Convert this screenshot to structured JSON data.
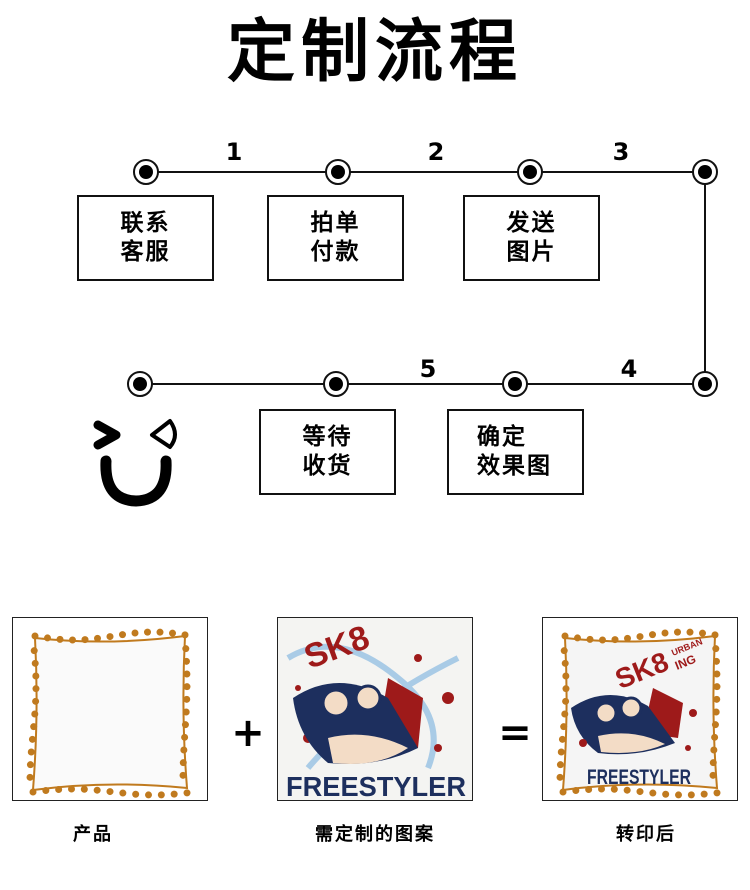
{
  "title": "定制流程",
  "steps": [
    {
      "number": "1",
      "line1": "联系",
      "line2": "客服"
    },
    {
      "number": "2",
      "line1": "拍单",
      "line2": "付款"
    },
    {
      "number": "3",
      "line1": "发送",
      "line2": "图片"
    },
    {
      "number": "4",
      "line1": "确定",
      "line2": "效果图"
    },
    {
      "number": "5",
      "line1": "等待",
      "line2": "收货"
    }
  ],
  "products": {
    "items": [
      {
        "caption": "产品"
      },
      {
        "caption": "需定制的图案"
      },
      {
        "caption": "转印后"
      }
    ],
    "plus": "+",
    "equals": "=",
    "artwork_text": {
      "top": "SK8",
      "small": "URBAN",
      "small2": "ING",
      "bottom": "FREESTYLER"
    }
  },
  "colors": {
    "pompom": "#c07a1e",
    "art_red": "#9e1a1a",
    "art_navy": "#1d2f5e",
    "art_lightblue": "#a9cbe6"
  }
}
